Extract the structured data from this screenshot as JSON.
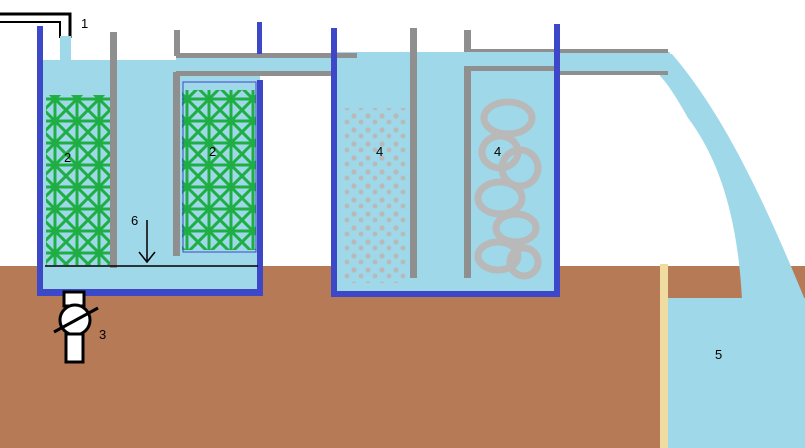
{
  "labels": {
    "inlet": "1",
    "media_left": "2",
    "media_right": "2",
    "valve": "3",
    "filter_left": "4",
    "filter_right": "4",
    "outlet_pool": "5",
    "drain_line": "6"
  },
  "colors": {
    "water": "#9fd8e8",
    "ground": "#b67a56",
    "tank_wall": "#3c48c8",
    "baffle": "#8f8f8f",
    "media": "#1fae43",
    "gravel": "#b9b9b9",
    "retaining_wall": "#f0dca0",
    "pipe": "#000000",
    "label": "#000000"
  }
}
